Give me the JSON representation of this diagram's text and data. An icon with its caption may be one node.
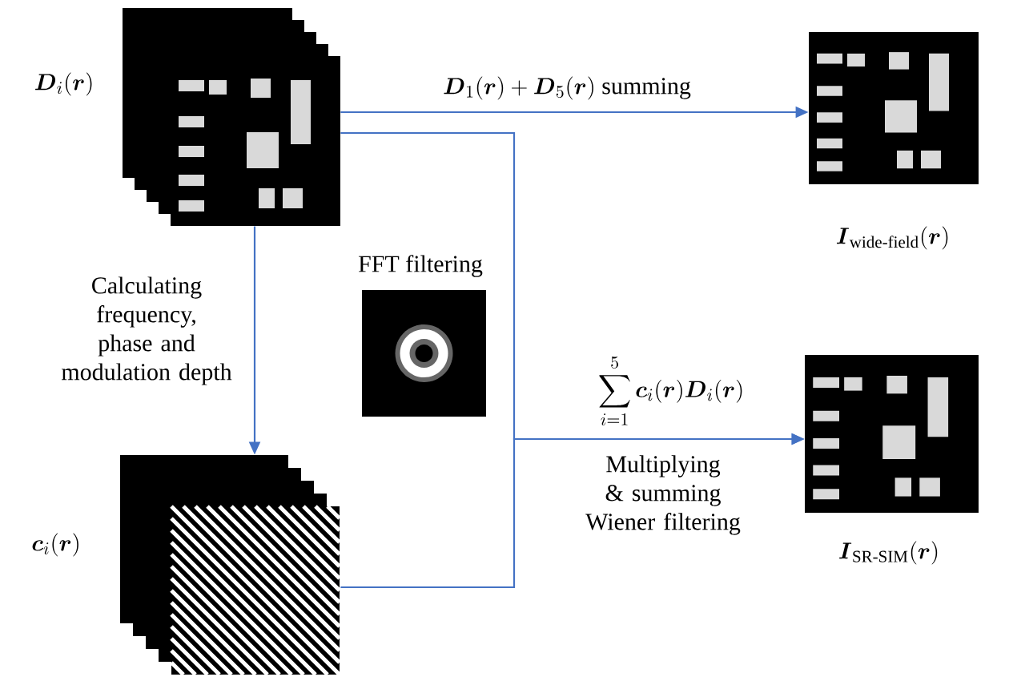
{
  "diagram": {
    "nodes": [
      {
        "text": [],
        "shape": "picture",
        "beside": [
          "\\boldsymbol{D}_i(\\boldsymbol{r})"
        ]
      },
      {
        "text": [],
        "shape": "picture",
        "beside": [
          "\\boldsymbol{I}_{\\text{wide-field}}(\\boldsymbol{r})"
        ]
      },
      {
        "text": [],
        "shape": "picture",
        "beside": [
          "FFT filtering"
        ]
      },
      {
        "text": [],
        "shape": "picture",
        "beside": [
          "\\boldsymbol{c}_i(\\boldsymbol{r})"
        ]
      },
      {
        "text": [],
        "shape": "picture",
        "beside": [
          "\\boldsymbol{I}_{\\text{SR-SIM}}(\\boldsymbol{r})"
        ]
      }
    ],
    "edges": [
      {
        "from": 0,
        "to": 1,
        "arrow": "to",
        "label": "\\boldsymbol{D}_1(\\boldsymbol{r})+\\boldsymbol{D}_5(\\boldsymbol{r})\\ \\text{summing}"
      },
      {
        "from": 0,
        "to": 3,
        "arrow": "to",
        "label": "Calculating frequency, phase and modulation depth"
      },
      {
        "from": 0,
        "to": 4,
        "arrow": "to",
        "label": "\\sum_{i=1}^{5}\\boldsymbol{c}_i(\\boldsymbol{r})\\boldsymbol{D}_i(\\boldsymbol{r})"
      },
      {
        "from": 3,
        "to": 4,
        "arrow": "to",
        "label": "Multiplying & summing Wiener filtering"
      }
    ]
  }
}
